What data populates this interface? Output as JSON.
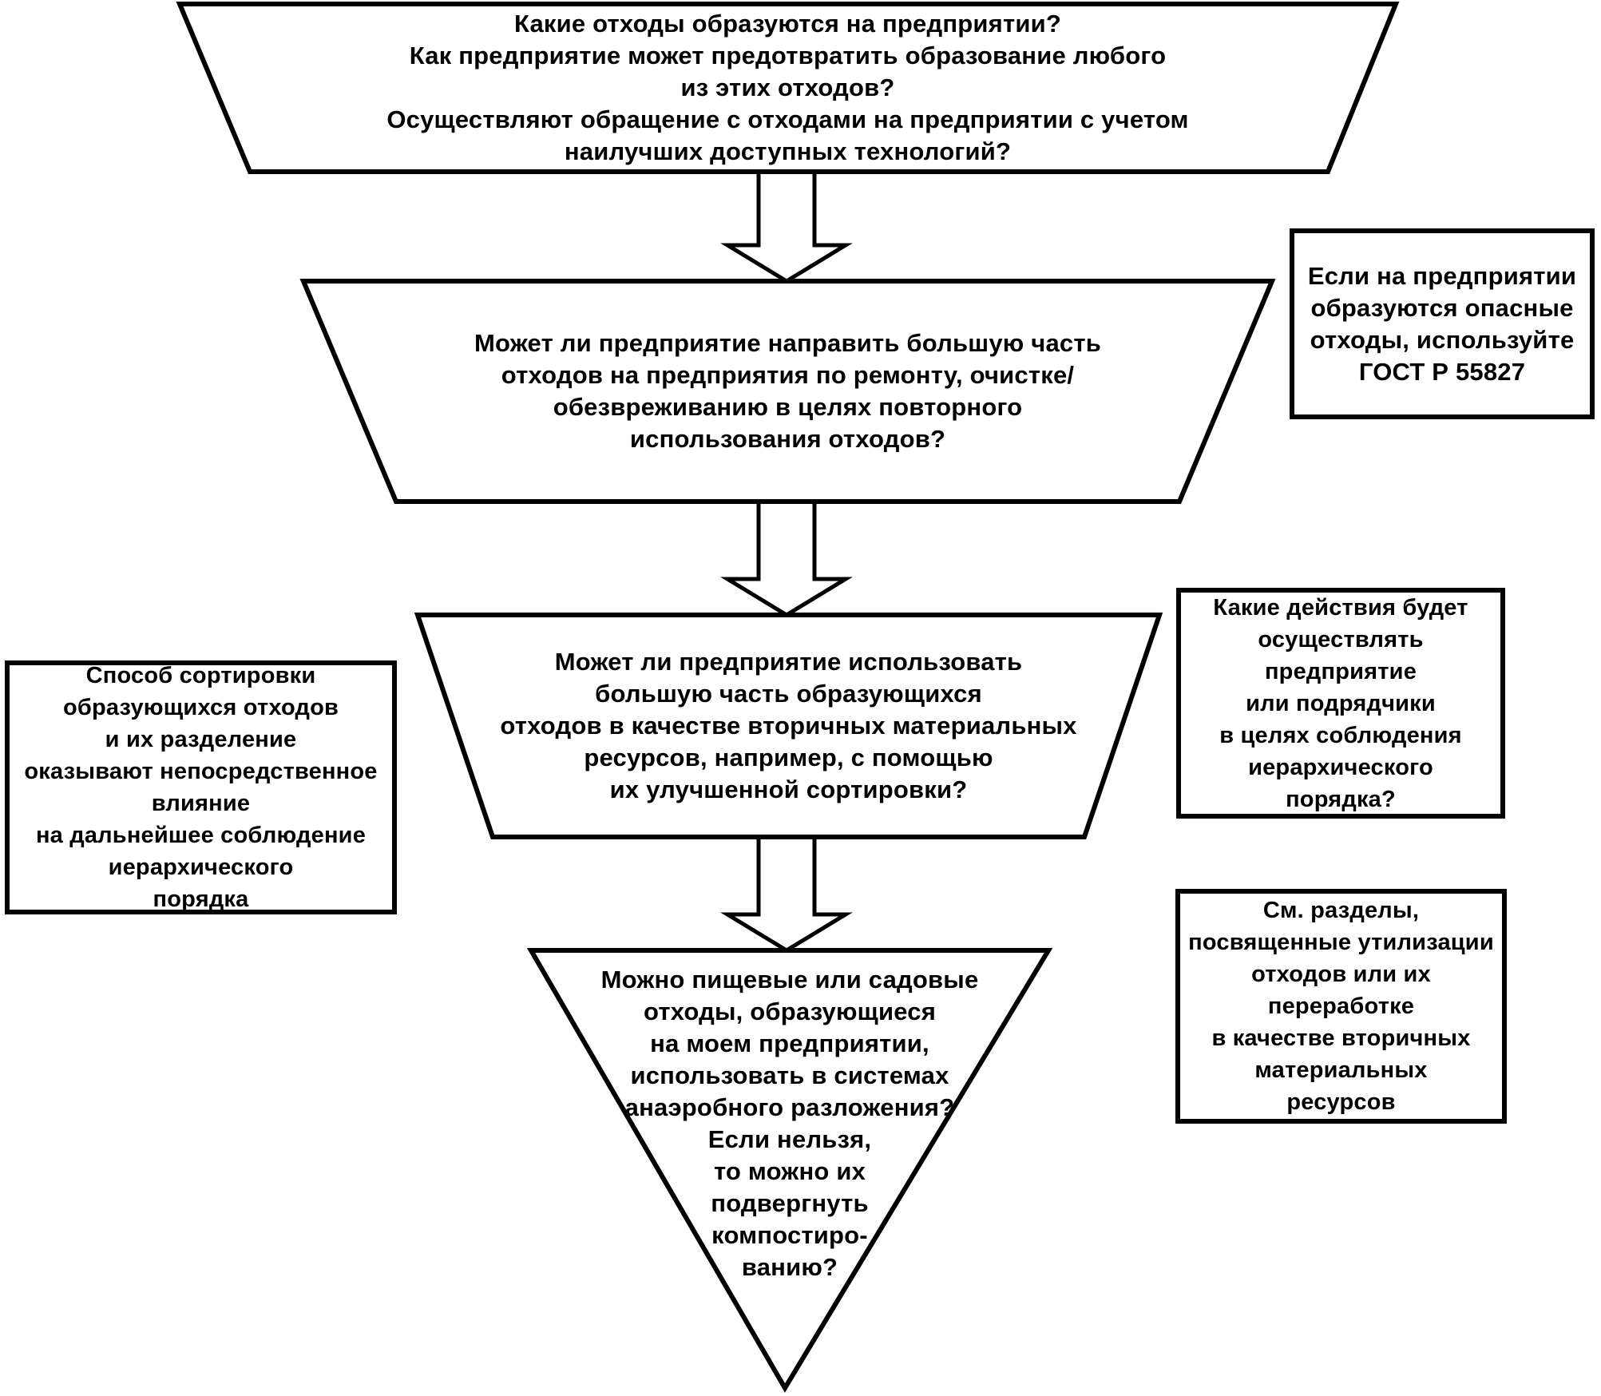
{
  "diagram": {
    "background_color": "#ffffff",
    "stroke_color": "#000000",
    "fill_color": "#ffffff",
    "funnel_steps": [
      {
        "id": "step-1",
        "shape": "trapezoid",
        "text": "Какие отходы образуются на предприятии?\nКак предприятие может предотвратить образование любого\nиз этих отходов?\nОсуществляют обращение с отходами на предприятии с учетом\nнаилучших доступных технологий?"
      },
      {
        "id": "step-2",
        "shape": "trapezoid",
        "text": "Может ли предприятие направить большую часть\nотходов на предприятия по ремонту, очистке/\nобезвреживанию в целях повторного\nиспользования отходов?"
      },
      {
        "id": "step-3",
        "shape": "trapezoid",
        "text": "Может ли предприятие использовать\nбольшую часть образующихся\nотходов в качестве вторичных материальных\nресурсов, например, с помощью\nих улучшенной сортировки?"
      },
      {
        "id": "step-4",
        "shape": "inverted-triangle",
        "text": "Можно пищевые или садовые\nотходы, образующиеся\nна моем предприятии,\nиспользовать в системах\nанаэробного разложения?\nЕсли нельзя,\nто можно их\nподвергнуть\nкомпостиро-\nванию?"
      }
    ],
    "side_notes": [
      {
        "id": "note-hazardous-waste",
        "side": "right",
        "text": "Если на предприятии\nобразуются опасные\nотходы, используйте\nГОСТ Р 55827"
      },
      {
        "id": "note-sorting-method",
        "side": "left",
        "text": "Способ сортировки\nобразующихся отходов\nи их разделение\nоказывают непосредственное\nвлияние\nна дальнейшее соблюдение\nиерархического\nпорядка"
      },
      {
        "id": "note-hierarchy-actions",
        "side": "right",
        "text": "Какие действия будет\nосуществлять\nпредприятие\nили подрядчики\nв целях соблюдения\nиерархического\nпорядка?"
      },
      {
        "id": "note-see-sections",
        "side": "right",
        "text": "См. разделы,\nпосвященные утилизации\nотходов или их\nпереработке\nв качестве вторичных\nматериальных\nресурсов"
      }
    ],
    "connectors": [
      {
        "from": "step-1",
        "to": "step-2",
        "type": "block-arrow-down"
      },
      {
        "from": "step-2",
        "to": "step-3",
        "type": "block-arrow-down"
      },
      {
        "from": "step-3",
        "to": "step-4",
        "type": "block-arrow-down"
      }
    ]
  }
}
